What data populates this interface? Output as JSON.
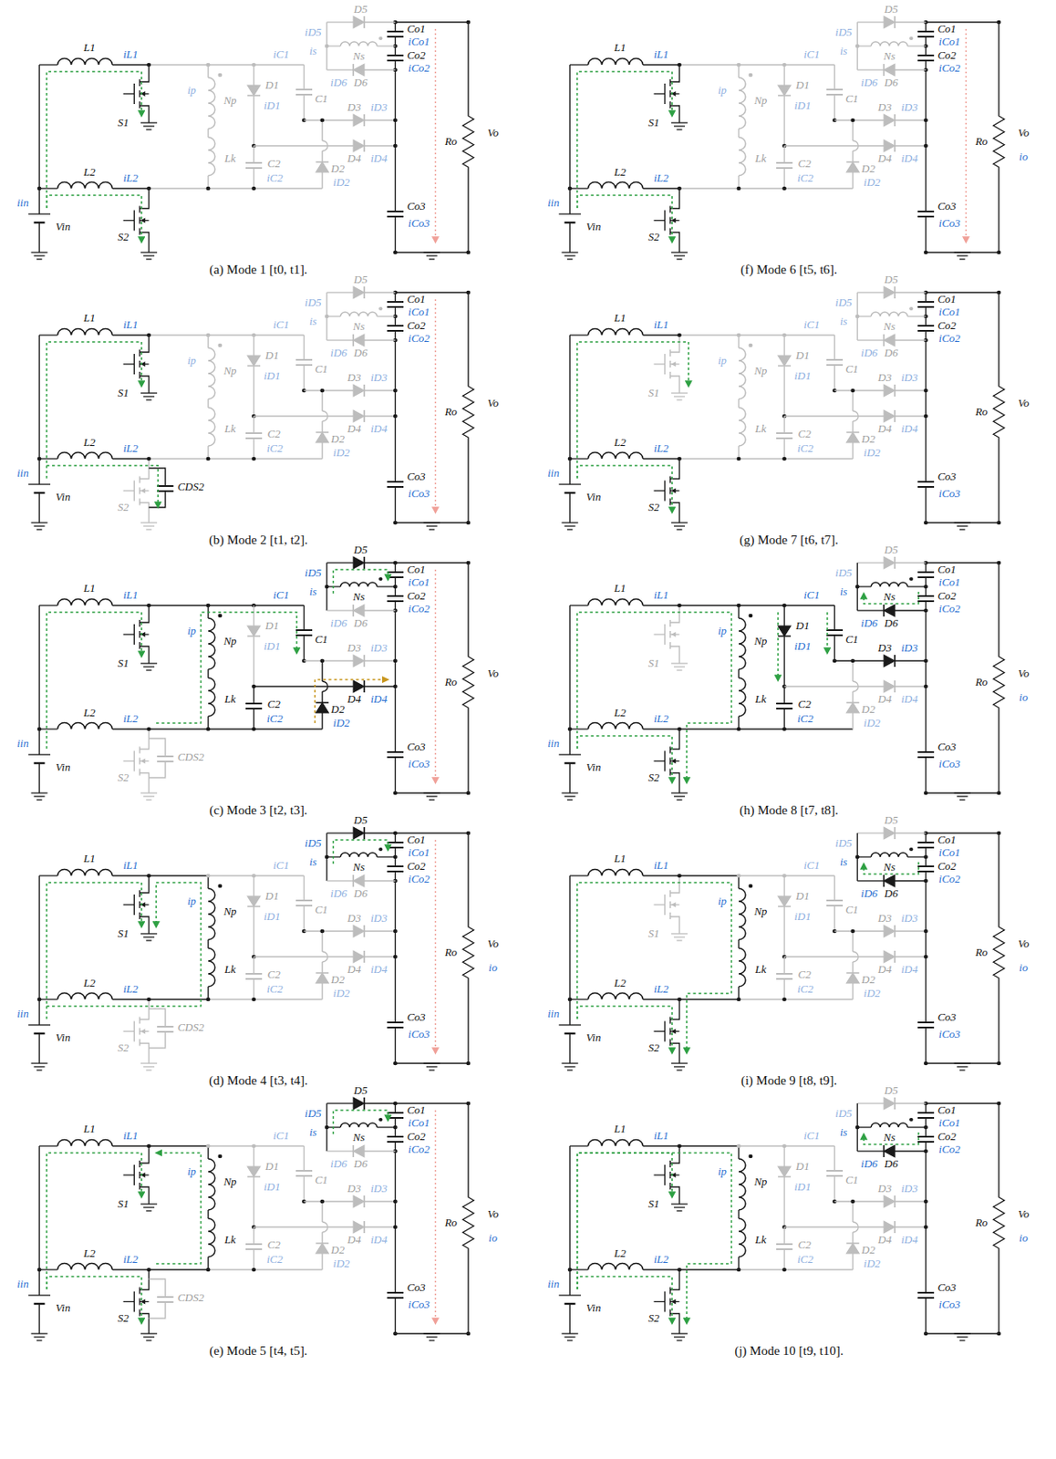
{
  "diagram": {
    "labels": [
      "L1",
      "iL1",
      "L2",
      "iL2",
      "S1",
      "S2",
      "iin",
      "Vin",
      "ip",
      "Np",
      "Lk",
      "D1",
      "iD1",
      "C1",
      "iC1",
      "C2",
      "iC2",
      "D2",
      "iD2",
      "D3",
      "iD3",
      "D4",
      "iD4",
      "D5",
      "iD5",
      "Ns",
      "is",
      "D6",
      "iD6",
      "Co1",
      "iCo1",
      "Co2",
      "iCo2",
      "Co3",
      "iCo3",
      "Ro",
      "Vo",
      "(a) Mode 1 [t0, t1].",
      "L1",
      "iL1",
      "L2",
      "iL2",
      "S1",
      "S2",
      "iin",
      "Vin",
      "ip",
      "Np",
      "Lk",
      "D1",
      "iD1",
      "C1",
      "iC1",
      "C2",
      "iC2",
      "D2",
      "iD2",
      "D3",
      "iD3",
      "D4",
      "iD4",
      "D5",
      "iD5",
      "Ns",
      "is",
      "D6",
      "iD6",
      "Co1",
      "iCo1",
      "Co2",
      "iCo2",
      "Co3",
      "iCo3",
      "Ro",
      "Vo",
      "CDS2",
      "(b) Mode 2 [t1, t2].",
      "L1",
      "iL1",
      "L2",
      "iL2",
      "S1",
      "S2",
      "iin",
      "Vin",
      "ip",
      "Np",
      "Lk",
      "D1",
      "iD1",
      "C1",
      "iC1",
      "C2",
      "iC2",
      "D2",
      "iD2",
      "D3",
      "iD3",
      "D4",
      "iD4",
      "D5",
      "iD5",
      "Ns",
      "is",
      "D6",
      "iD6",
      "Co1",
      "iCo1",
      "Co2",
      "iCo2",
      "Co3",
      "iCo3",
      "Ro",
      "Vo",
      "CDS2",
      "(c) Mode 3 [t2, t3].",
      "L1",
      "iL1",
      "L2",
      "iL2",
      "S1",
      "S2",
      "iin",
      "Vin",
      "ip",
      "Np",
      "Lk",
      "D1",
      "iD1",
      "C1",
      "iC1",
      "C2",
      "iC2",
      "D2",
      "iD2",
      "D3",
      "iD3",
      "D4",
      "iD4",
      "D5",
      "iD5",
      "Ns",
      "is",
      "D6",
      "iD6",
      "Co1",
      "iCo1",
      "Co2",
      "iCo2",
      "Co3",
      "iCo3",
      "Ro",
      "Vo",
      "io",
      "CDS2",
      "(d) Mode 4 [t3, t4].",
      "L1",
      "iL1",
      "L2",
      "iL2",
      "S1",
      "S2",
      "iin",
      "Vin",
      "ip",
      "Np",
      "Lk",
      "D1",
      "iD1",
      "C1",
      "iC1",
      "C2",
      "iC2",
      "D2",
      "iD2",
      "D3",
      "iD3",
      "D4",
      "iD4",
      "D5",
      "iD5",
      "Ns",
      "is",
      "D6",
      "iD6",
      "Co1",
      "iCo1",
      "Co2",
      "iCo2",
      "Co3",
      "iCo3",
      "Ro",
      "Vo",
      "io",
      "CDS2",
      "(e) Mode 5 [t4, t5].",
      "L1",
      "iL1",
      "L2",
      "iL2",
      "S1",
      "S2",
      "iin",
      "Vin",
      "ip",
      "Np",
      "Lk",
      "D1",
      "iD1",
      "C1",
      "iC1",
      "C2",
      "iC2",
      "D2",
      "iD2",
      "D3",
      "iD3",
      "D4",
      "iD4",
      "D5",
      "iD5",
      "Ns",
      "is",
      "D6",
      "iD6",
      "Co1",
      "iCo1",
      "Co2",
      "iCo2",
      "Co3",
      "iCo3",
      "Ro",
      "Vo",
      "io",
      "(f) Mode 6 [t5, t6].",
      "L1",
      "iL1",
      "L2",
      "iL2",
      "S1",
      "S2",
      "iin",
      "Vin",
      "ip",
      "Np",
      "Lk",
      "D1",
      "iD1",
      "C1",
      "iC1",
      "C2",
      "iC2",
      "D2",
      "iD2",
      "D3",
      "iD3",
      "D4",
      "iD4",
      "D5",
      "iD5",
      "Ns",
      "is",
      "D6",
      "iD6",
      "Co1",
      "iCo1",
      "Co2",
      "iCo2",
      "Co3",
      "iCo3",
      "Ro",
      "Vo",
      "(g) Mode 7 [t6, t7].",
      "L1",
      "iL1",
      "L2",
      "iL2",
      "S1",
      "S2",
      "iin",
      "Vin",
      "ip",
      "Np",
      "Lk",
      "D1",
      "iD1",
      "C1",
      "iC1",
      "C2",
      "iC2",
      "D2",
      "iD2",
      "D3",
      "iD3",
      "D4",
      "iD4",
      "D5",
      "iD5",
      "Ns",
      "is",
      "D6",
      "iD6",
      "Co1",
      "iCo1",
      "Co2",
      "iCo2",
      "Co3",
      "iCo3",
      "Ro",
      "Vo",
      "io",
      "(h) Mode 8 [t7, t8].",
      "L1",
      "iL1",
      "L2",
      "iL2",
      "S1",
      "S2",
      "iin",
      "Vin",
      "ip",
      "Np",
      "Lk",
      "D1",
      "iD1",
      "C1",
      "iC1",
      "C2",
      "iC2",
      "D2",
      "iD2",
      "D3",
      "iD3",
      "D4",
      "iD4",
      "D5",
      "iD5",
      "Ns",
      "is",
      "D6",
      "iD6",
      "Co1",
      "iCo1",
      "Co2",
      "iCo2",
      "Co3",
      "iCo3",
      "Ro",
      "Vo",
      "io",
      "(i) Mode 9 [t8, t9].",
      "L1",
      "iL1",
      "L2",
      "iL2",
      "S1",
      "S2",
      "iin",
      "Vin",
      "ip",
      "Np",
      "Lk",
      "D1",
      "iD1",
      "C1",
      "iC1",
      "C2",
      "iC2",
      "D2",
      "iD2",
      "D3",
      "iD3",
      "D4",
      "iD4",
      "D5",
      "iD5",
      "Ns",
      "is",
      "D6",
      "iD6",
      "Co1",
      "iCo1",
      "Co2",
      "iCo2",
      "Co3",
      "iCo3",
      "Ro",
      "Vo",
      "io",
      "(j) Mode 10 [t9, t10]."
    ]
  }
}
